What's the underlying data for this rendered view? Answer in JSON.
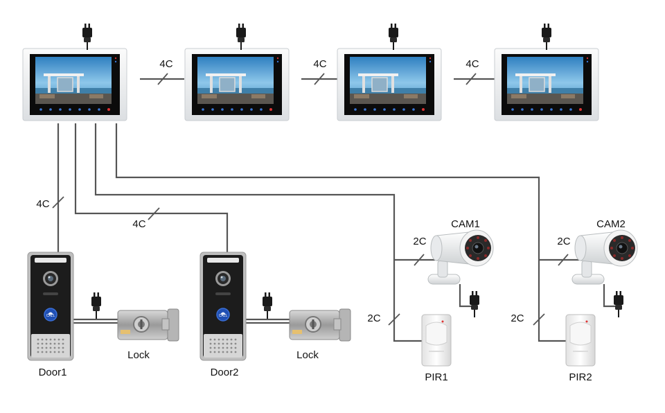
{
  "cable_labels": {
    "monitor_link_1": "4C",
    "monitor_link_2": "4C",
    "monitor_link_3": "4C",
    "door1_cable": "4C",
    "door2_cable": "4C",
    "cam1_cable": "2C",
    "cam2_cable": "2C",
    "pir1_cable": "2C",
    "pir2_cable": "2C"
  },
  "device_labels": {
    "door1": "Door1",
    "door2": "Door2",
    "lock1": "Lock",
    "lock2": "Lock",
    "cam1": "CAM1",
    "cam2": "CAM2",
    "pir1": "PIR1",
    "pir2": "PIR2"
  },
  "door_panel_call_text": "CALL",
  "colors": {
    "wire": "#555555",
    "monitor_frame": "#eef0f2",
    "screen_bezel": "#111111",
    "sky": "#4fa3d8",
    "door_panel": "#1a1a1a",
    "call_button": "#1f4fb3",
    "lock_body": "#a8a8a8",
    "camera_body": "#ececec"
  },
  "icons": [
    "power-adapter-icon",
    "monitor-icon",
    "door-station-icon",
    "electric-lock-icon",
    "cctv-camera-icon",
    "pir-sensor-icon"
  ]
}
